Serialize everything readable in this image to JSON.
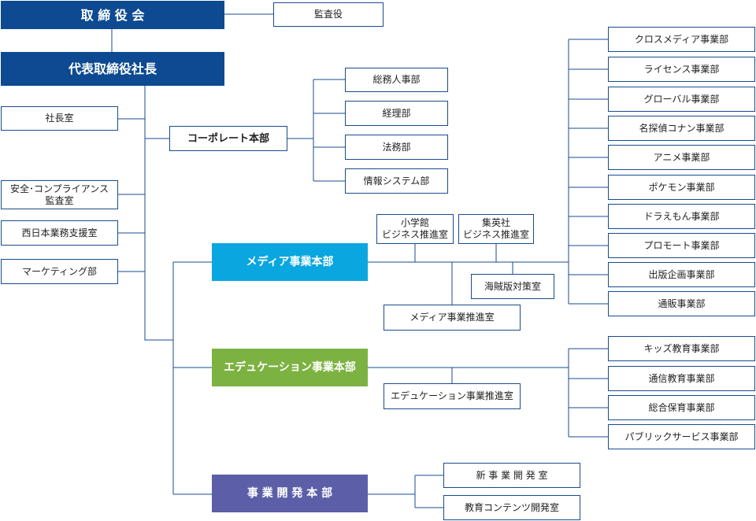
{
  "colors": {
    "line": "#1a4b8c",
    "navy": "#0d4a91",
    "media": "#0aa6df",
    "education": "#7cb241",
    "business_dev": "#5c5fa8"
  },
  "top": {
    "board": "取 締 役 会",
    "auditor": "監査役",
    "president": "代表取締役社長"
  },
  "staff_offices": [
    "社長室",
    "安全･コンプライアンス\n監査室",
    "西日本業務支援室",
    "マーケティング部"
  ],
  "corporate": {
    "name": "コーポレート本部",
    "departments": [
      "総務人事部",
      "経理部",
      "法務部",
      "情報システム部"
    ]
  },
  "media": {
    "name": "メディア事業本部",
    "promotion_offices": [
      "小学館\nビジネス推進室",
      "集英社\nビジネス推進室"
    ],
    "piracy": "海賊版対策室",
    "promotion": "メディア事業推進室",
    "departments": [
      "クロスメディア事業部",
      "ライセンス事業部",
      "グローバル事業部",
      "名探偵コナン事業部",
      "アニメ事業部",
      "ポケモン事業部",
      "ドラえもん事業部",
      "プロモート事業部",
      "出版企画事業部",
      "通販事業部"
    ]
  },
  "education": {
    "name": "エデュケーション事業本部",
    "promotion": "エデュケーション事業推進室",
    "departments": [
      "キッズ教育事業部",
      "通信教育事業部",
      "総合保育事業部",
      "パブリックサービス事業部"
    ]
  },
  "business_dev": {
    "name": "事 業 開 発 本 部",
    "offices": [
      "新 事 業 開 発 室",
      "教育コンテンツ開発室"
    ]
  }
}
